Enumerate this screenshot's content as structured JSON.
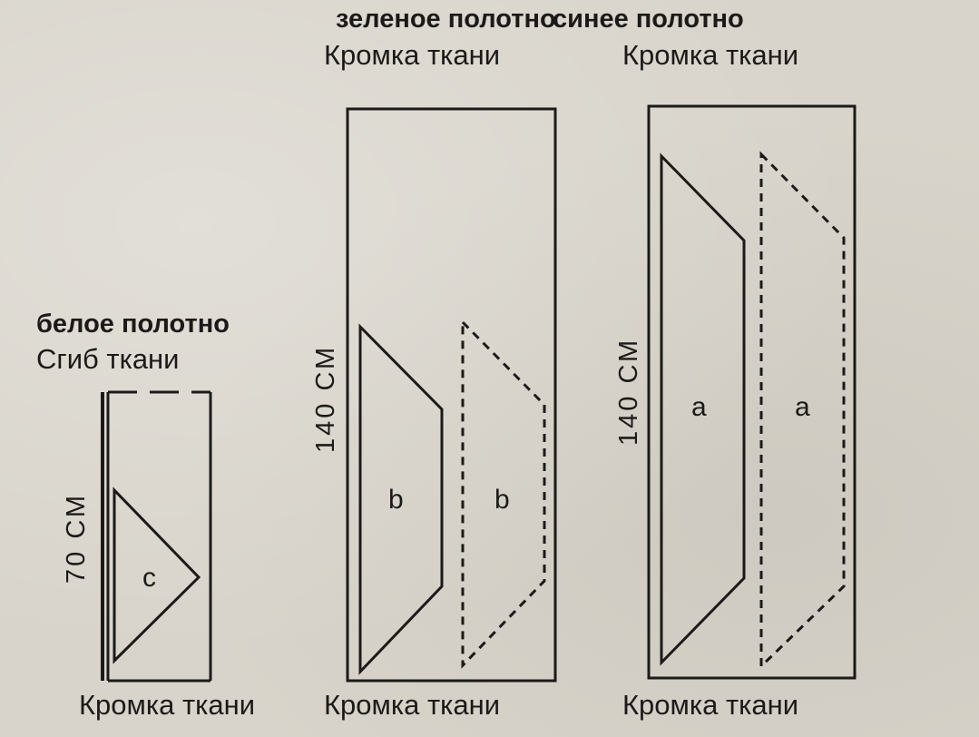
{
  "panels": {
    "white": {
      "title": "белое полотно",
      "top_edge": "Сгиб ткани",
      "bottom_edge": "Кромка ткани",
      "dimension": "70 СМ",
      "piece": "c"
    },
    "green": {
      "title": "зеленое полотно",
      "top_edge": "Кромка ткани",
      "bottom_edge": "Кромка ткани",
      "dimension": "140 СМ",
      "piece_solid": "b",
      "piece_dashed": "b"
    },
    "blue": {
      "title": "синее полотно",
      "top_edge": "Кромка ткани",
      "bottom_edge": "Кромка ткани",
      "dimension": "140 СМ",
      "piece_solid": "a",
      "piece_dashed": "a"
    }
  },
  "colors": {
    "ink": "#1c1a18",
    "paper": "#d8d4cb"
  }
}
